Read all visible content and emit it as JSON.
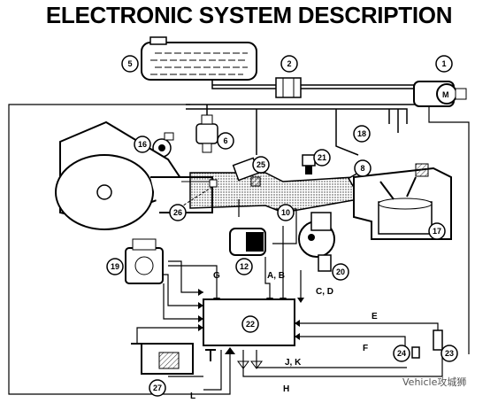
{
  "title": "ELECTRONIC SYSTEM DESCRIPTION",
  "components": [
    {
      "id": "c1",
      "num": "1"
    },
    {
      "id": "c2",
      "num": "2"
    },
    {
      "id": "c5",
      "num": "5"
    },
    {
      "id": "c6",
      "num": "6"
    },
    {
      "id": "c8",
      "num": "8"
    },
    {
      "id": "c10",
      "num": "10"
    },
    {
      "id": "c12",
      "num": "12"
    },
    {
      "id": "c16",
      "num": "16"
    },
    {
      "id": "c17",
      "num": "17"
    },
    {
      "id": "c18",
      "num": "18"
    },
    {
      "id": "c19",
      "num": "19"
    },
    {
      "id": "c20",
      "num": "20"
    },
    {
      "id": "c21",
      "num": "21"
    },
    {
      "id": "c22",
      "num": "22"
    },
    {
      "id": "c23",
      "num": "23"
    },
    {
      "id": "c24",
      "num": "24"
    },
    {
      "id": "c25",
      "num": "25"
    },
    {
      "id": "c26",
      "num": "26"
    },
    {
      "id": "c27",
      "num": "27"
    }
  ],
  "signals": {
    "g": "G",
    "ab": "A, B",
    "cd": "C, D",
    "e": "E",
    "f": "F",
    "jk": "J, K",
    "h": "H",
    "l": "L"
  },
  "watermark": "Vehicle攻城狮"
}
